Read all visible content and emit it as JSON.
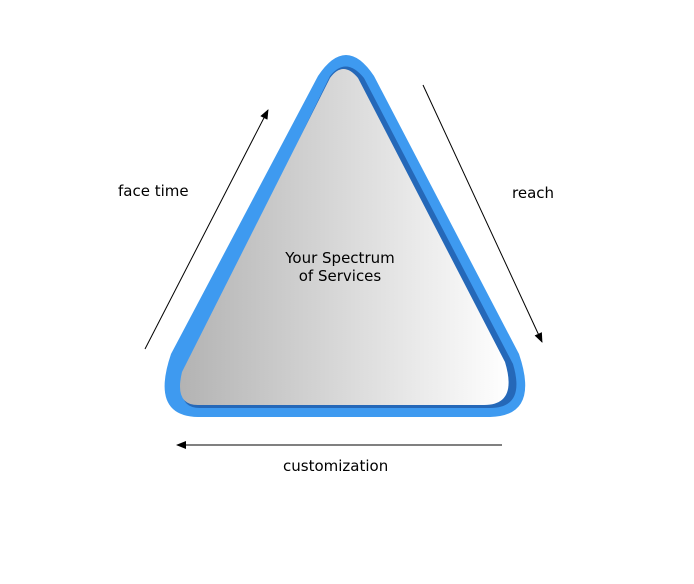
{
  "diagram": {
    "center_line1": "Your Spectrum",
    "center_line2": "of Services",
    "left_label": "face time",
    "right_label": "reach",
    "bottom_label": "customization"
  },
  "colors": {
    "border_light": "#3e9af0",
    "border_dark": "#2568b8",
    "fill_left": "#b3b3b3",
    "fill_right": "#ffffff",
    "arrow": "#000000"
  }
}
